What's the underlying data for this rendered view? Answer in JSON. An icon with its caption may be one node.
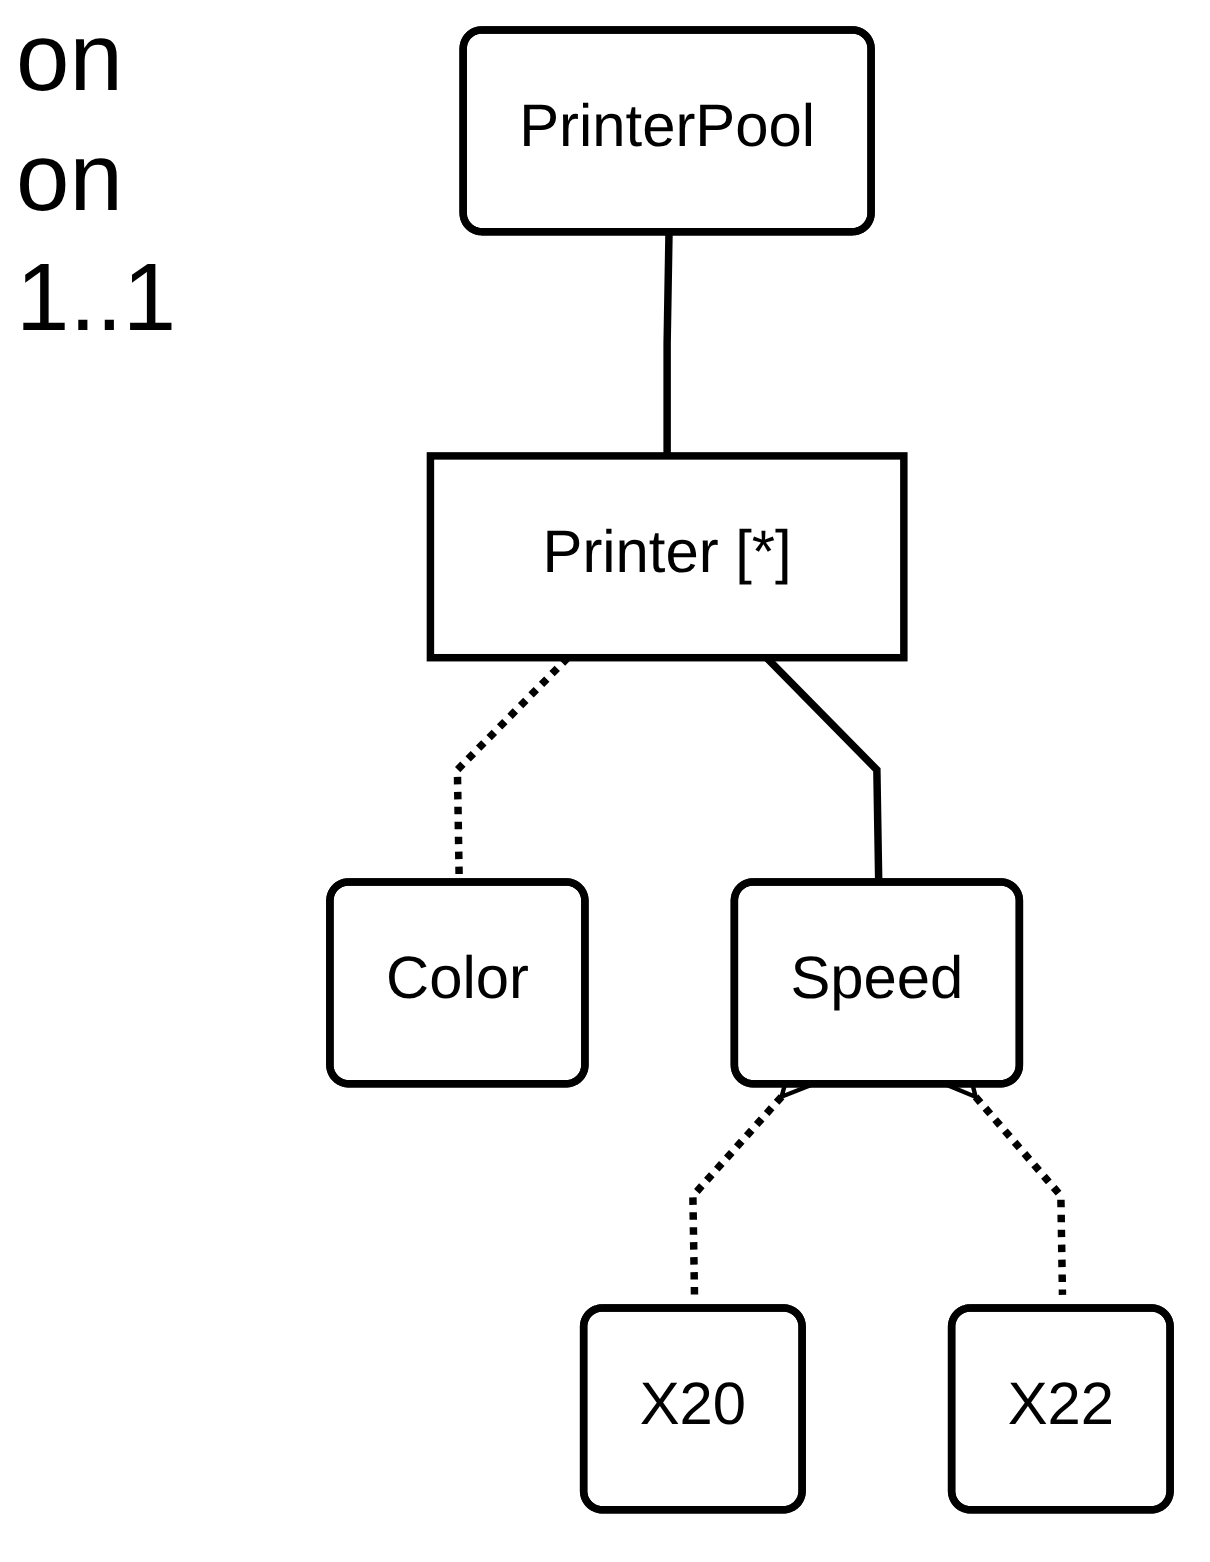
{
  "diagram": {
    "nodes": [
      {
        "text": [
          "PrinterPool"
        ]
      },
      {
        "text": [
          "Printer [*]"
        ]
      },
      {
        "text": [
          "Color"
        ]
      },
      {
        "text": [
          "Speed"
        ]
      },
      {
        "text": [
          "X20"
        ]
      },
      {
        "text": [
          "X22"
        ]
      }
    ],
    "edges": [
      {
        "from": 0,
        "to": 1,
        "arrow": "none"
      },
      {
        "from": 1,
        "to": 2,
        "arrow": "none",
        "style": "dashed"
      },
      {
        "from": 1,
        "to": 3,
        "arrow": "none"
      },
      {
        "from": 3,
        "to": 4,
        "arrow": "other",
        "style": "dashed"
      },
      {
        "from": 3,
        "to": 5,
        "arrow": "other",
        "style": "dashed"
      }
    ],
    "labels": [
      "on",
      "on",
      "1..1"
    ]
  }
}
